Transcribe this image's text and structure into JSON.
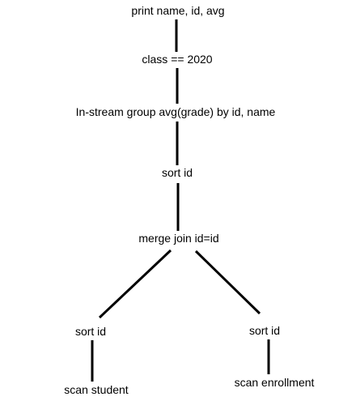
{
  "plan": {
    "nodes": {
      "print": "print name, id, avg",
      "filter": "class == 2020",
      "group": "In-stream group avg(grade) by id, name",
      "sort_top": "sort id",
      "merge_join": "merge join id=id",
      "sort_left": "sort id",
      "sort_right": "sort id",
      "scan_student": "scan student",
      "scan_enrollment": "scan enrollment"
    }
  }
}
